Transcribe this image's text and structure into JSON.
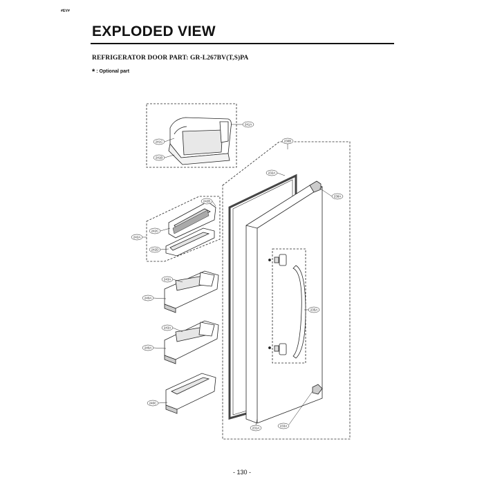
{
  "header": {
    "corner_code": "#EV#",
    "title": "EXPLODED VIEW",
    "subtitle": "REFRIGERATOR DOOR PART: GR-L267BV(T,S)PA",
    "note_star": "*",
    "note_text": ": Optional part"
  },
  "footer": {
    "page_number": "- 130 -"
  },
  "parts": {
    "p241A": "241A",
    "p241C": "241C",
    "p241B": "241B",
    "p230B": "230B",
    "p232A": "232A",
    "p238A": "238A",
    "p242B": "242B",
    "p242C": "242C",
    "p242A": "242A",
    "p242D": "242D",
    "p243A_1": "243A",
    "p240A_1": "240A",
    "p243A_2": "243A",
    "p240A_2": "240A",
    "p240C": "240C",
    "p235A": "235A",
    "p231A": "231A",
    "p233A": "233A"
  }
}
